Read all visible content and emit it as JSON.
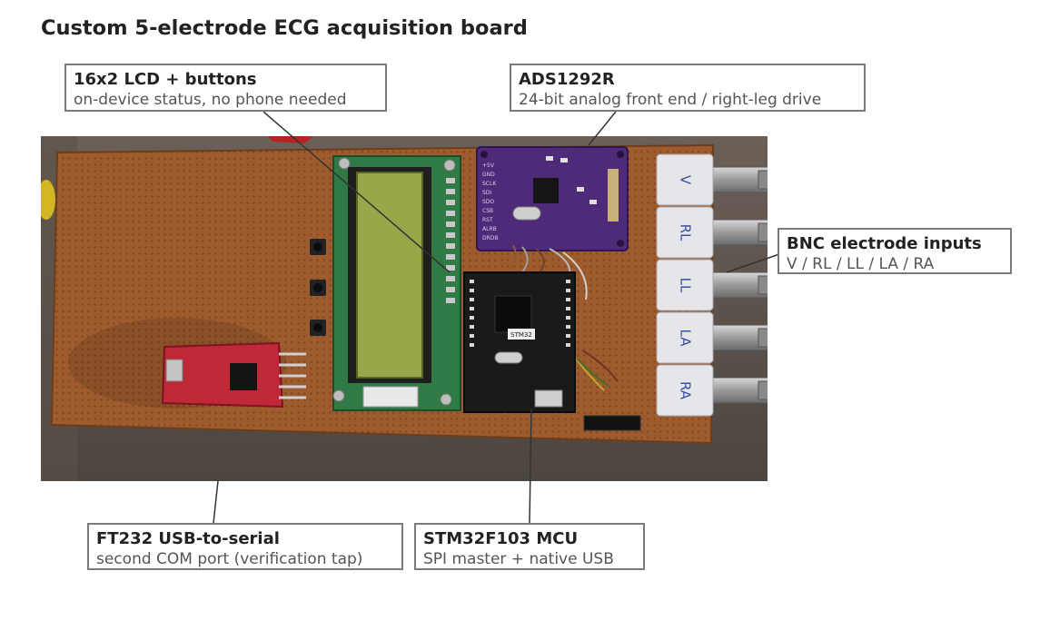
{
  "title": "Custom 5-electrode ECG acquisition board",
  "callouts": {
    "lcd": {
      "head": "16x2 LCD + buttons",
      "sub": "on-device status, no phone needed"
    },
    "ads": {
      "head": "ADS1292R",
      "sub": "24-bit analog front end / right-leg drive"
    },
    "bnc": {
      "head": "BNC electrode inputs",
      "sub": "V / RL / LL / LA / RA"
    },
    "ft232": {
      "head": "FT232 USB-to-serial",
      "sub": "second COM port (verification tap)"
    },
    "stm": {
      "head": "STM32F103 MCU",
      "sub": "SPI master + native USB"
    }
  },
  "photo": {
    "bnc_labels": [
      "V",
      "RL",
      "LL",
      "LA",
      "RA"
    ],
    "mcu_chip_text": "STM32",
    "adc_pin_labels": [
      "+5V",
      "GND",
      "SCLK",
      "SDI",
      "SDO",
      "CSB",
      "RST",
      "ALRB",
      "DRDB"
    ]
  },
  "colors": {
    "board": "#9e5c2e",
    "adc_module": "#4e2a79",
    "mcu_module": "#1a1a1a",
    "ft232_module": "#c02838",
    "lcd_screen": "#9aa64a",
    "callout_border": "#7a7a7a"
  }
}
